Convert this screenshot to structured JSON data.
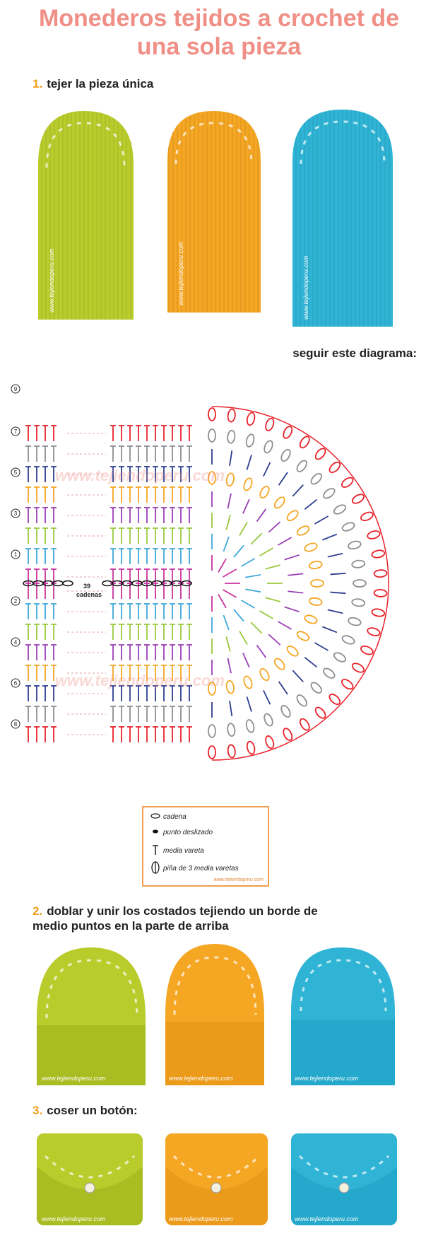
{
  "header": {
    "title_line1": "Monederos tejidos a crochet de",
    "title_line2": "una sola pieza"
  },
  "steps": [
    {
      "number": "1.",
      "text": "tejer la pieza única"
    },
    {
      "number": "2.",
      "text_line1": "doblar y unir los costados tejiendo un borde de",
      "text_line2": "medio puntos en la parte de arriba"
    },
    {
      "number": "3.",
      "text": "coser un botón:"
    }
  ],
  "diagram": {
    "follow_label": "seguir este diagrama:",
    "chain_count_label": "39",
    "chain_word": "cadenas",
    "watermark": "www.tejiendoperu.com",
    "row_markers": [
      "9",
      "7",
      "5",
      "3",
      "1",
      "2",
      "4",
      "6",
      "8"
    ],
    "colors": {
      "red": "#e8232b",
      "gray": "#8f8f8f",
      "navy": "#2f3e8f",
      "orange": "#f5a623",
      "purple": "#9a3fb6",
      "green": "#9ac83c",
      "blue": "#3fa7d9",
      "magenta": "#c8329c",
      "black": "#111111"
    }
  },
  "legend": {
    "items": [
      {
        "symbol": "chain-icon",
        "label": "cadena"
      },
      {
        "symbol": "slip-stitch-icon",
        "label": "punto deslizado"
      },
      {
        "symbol": "half-double-icon",
        "label": "media vareta"
      },
      {
        "symbol": "puff-icon",
        "label": "piña de 3 media varetas"
      }
    ],
    "site": "www.tejiendoperu.com"
  },
  "photos": {
    "watermark": "www.tejiendoperu.com",
    "colors": [
      "#b9cc2c",
      "#f5a623",
      "#2fb4d6"
    ]
  }
}
